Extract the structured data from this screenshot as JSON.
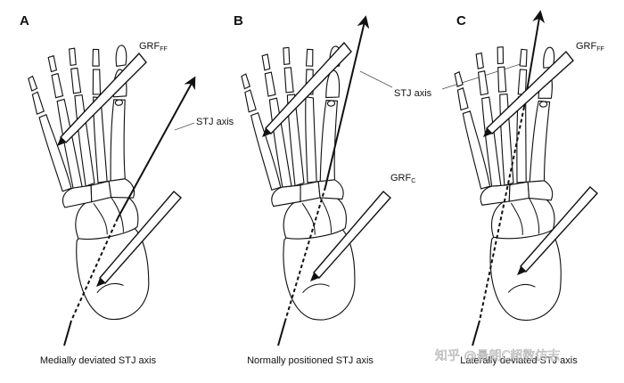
{
  "panels": [
    {
      "letter": "A",
      "caption": "Medially deviated STJ axis",
      "grf_label": "GRF",
      "grf_sub": "FF",
      "stj_label": "STJ axis"
    },
    {
      "letter": "B",
      "caption": "Normally positioned STJ axis",
      "grf_label": "GRF",
      "grf_sub": "C",
      "stj_label": "STJ axis"
    },
    {
      "letter": "C",
      "caption": "Laterally deviated STJ axis",
      "grf_label": "GRF",
      "grf_sub": "FF"
    }
  ],
  "watermark": "知乎 @悬朗C超数仿志"
}
